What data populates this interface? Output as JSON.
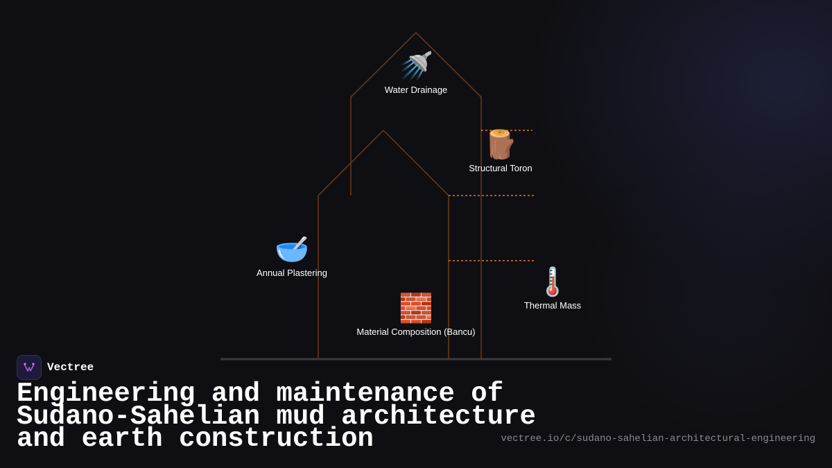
{
  "brand": {
    "name": "Vectree"
  },
  "title": "Engineering and maintenance of Sudano-Sahelian mud architecture and earth construction",
  "url": "vectree.io/c/sudano-sahelian-architectural-engineering",
  "colors": {
    "outline": "#6b3a1a",
    "dashed": "#d97a26",
    "ground": "#3a3a40",
    "brand_accent": "#b05ce0"
  },
  "nodes": [
    {
      "id": "water-drainage",
      "icon": "shower-icon",
      "emoji": "🚿",
      "label": "Water Drainage"
    },
    {
      "id": "structural-toron",
      "icon": "wood-log-icon",
      "emoji": "🪵",
      "label": "Structural Toron"
    },
    {
      "id": "annual-plastering",
      "icon": "bowl-with-spoon-icon",
      "emoji": "🥣",
      "label": "Annual Plastering"
    },
    {
      "id": "material-composition",
      "icon": "brick-icon",
      "emoji": "🧱",
      "label": "Material Composition (Bancu)"
    },
    {
      "id": "thermal-mass",
      "icon": "thermometer-icon",
      "emoji": "🌡️",
      "label": "Thermal Mass"
    }
  ]
}
